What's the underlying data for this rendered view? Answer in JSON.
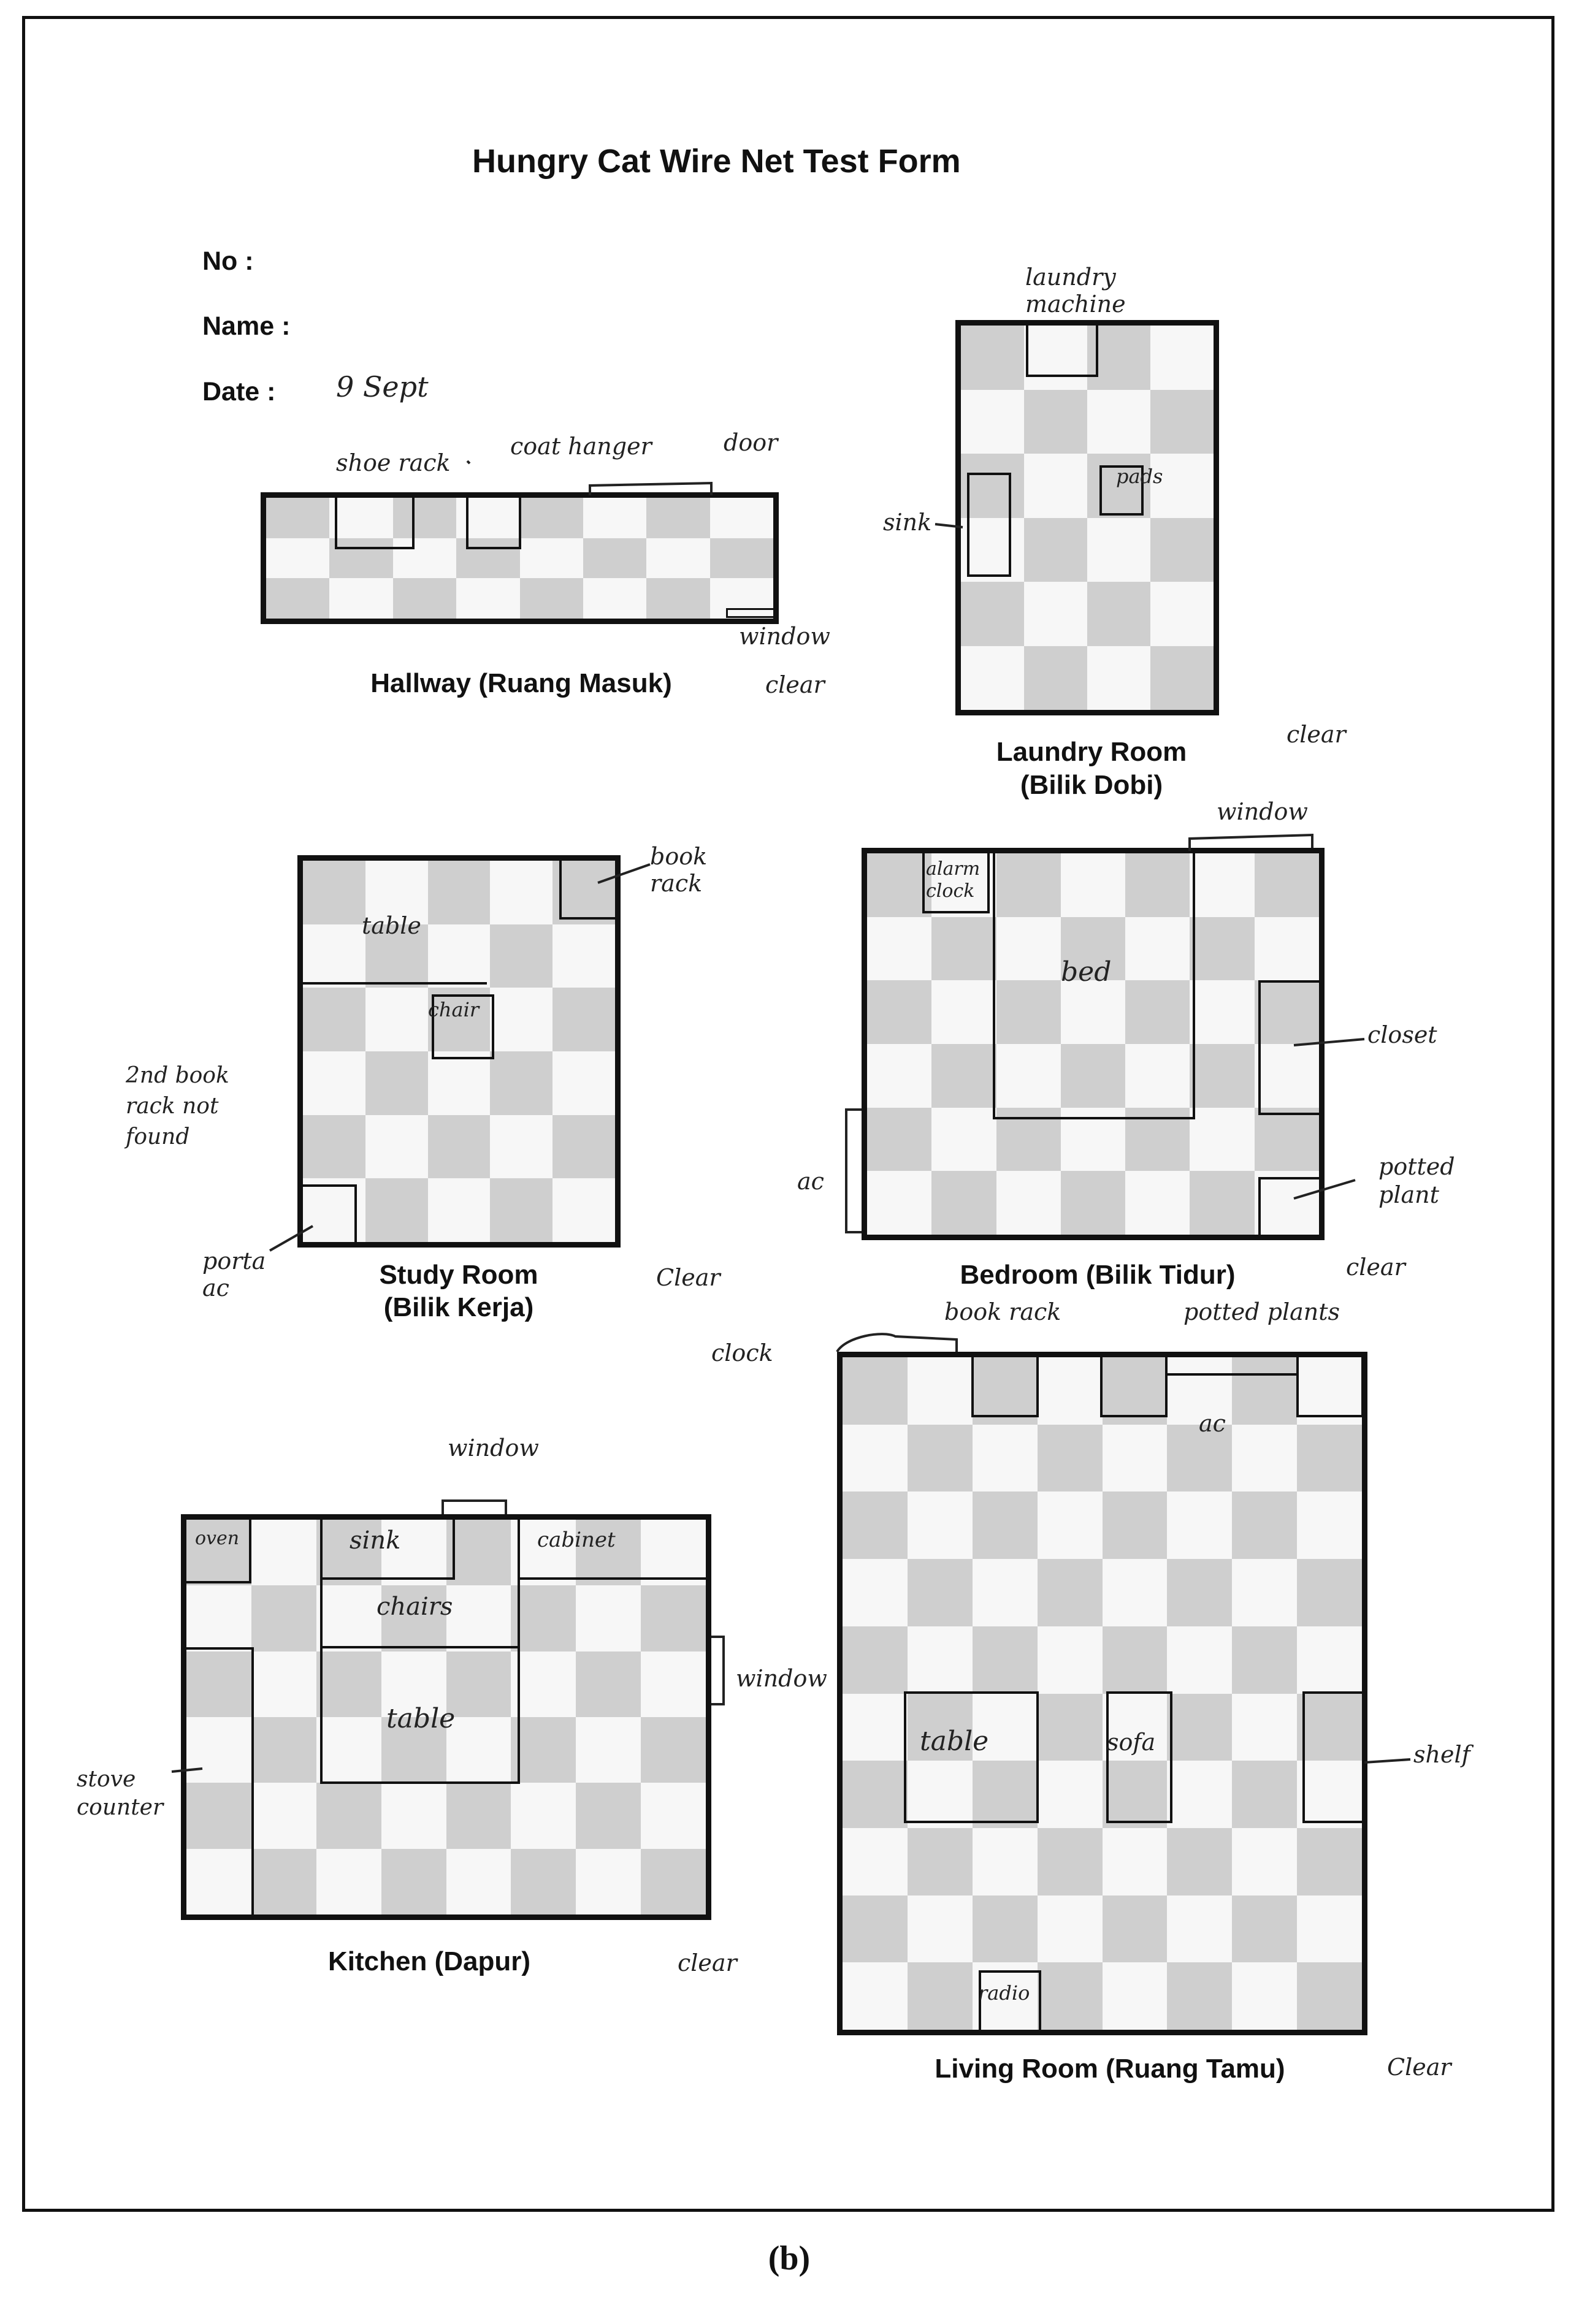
{
  "form": {
    "title": "Hungry Cat Wire Net Test Form",
    "no_label": "No :",
    "name_label": "Name :",
    "date_label": "Date :",
    "date_value": "9 Sept"
  },
  "rooms": {
    "hallway": {
      "name": "Hallway (Ruang Masuk)",
      "status": "clear",
      "notes": [
        "shoe rack",
        "coat hanger",
        "door",
        "window"
      ]
    },
    "laundry": {
      "name_line1": "Laundry Room",
      "name_line2": "(Bilik Dobi)",
      "status": "clear",
      "notes": [
        "laundry machine",
        "sink",
        "pads"
      ]
    },
    "study": {
      "name_line1": "Study Room",
      "name_line2": "(Bilik Kerja)",
      "status": "Clear",
      "notes": [
        "table",
        "chair",
        "book rack",
        "2nd book rack not found",
        "porta ac"
      ]
    },
    "bedroom": {
      "name": "Bedroom (Bilik Tidur)",
      "status": "clear",
      "notes": [
        "window",
        "alarm clock",
        "bed",
        "closet",
        "potted plant",
        "ac"
      ]
    },
    "kitchen": {
      "name": "Kitchen (Dapur)",
      "status": "clear",
      "notes": [
        "window",
        "oven",
        "sink",
        "cabinet",
        "chairs",
        "table",
        "window",
        "stove counter"
      ]
    },
    "living": {
      "name": "Living Room (Ruang Tamu)",
      "status": "Clear",
      "notes": [
        "clock",
        "book rack",
        "potted plants",
        "ac",
        "table",
        "sofa",
        "shelf",
        "radio"
      ]
    }
  },
  "caption": "(b)",
  "colors": {
    "tile_dark": "#cfcfcf",
    "tile_light": "#f7f7f7",
    "line": "#111111"
  }
}
